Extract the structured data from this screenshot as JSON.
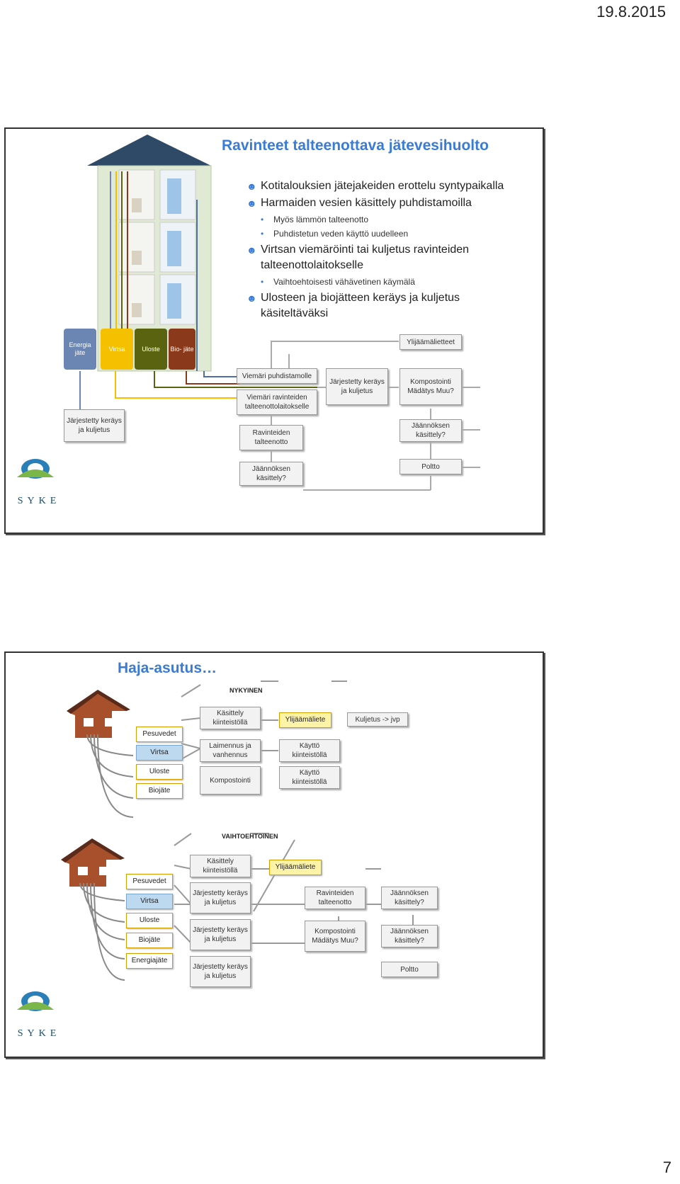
{
  "header": {
    "date": "19.8.2015"
  },
  "page_number": "7",
  "slide1": {
    "title": "Ravinteet talteenottava jätevesihuolto",
    "bullets": [
      {
        "text": "Kotitalouksien jätejakeiden erottelu syntypaikalla",
        "sub": []
      },
      {
        "text": "Harmaiden vesien käsittely puhdistamoilla",
        "sub": [
          "Myös lämmön talteenotto",
          "Puhdistetun veden käyttö uudelleen"
        ]
      },
      {
        "text": "Virtsan viemäröinti tai kuljetus ravinteiden talteenottolaitokselle",
        "sub": [
          "Vaihtoehtoisesti vähävetinen käymälä"
        ]
      },
      {
        "text": "Ulosteen ja biojätteen keräys ja kuljetus käsiteltäväksi",
        "sub": []
      }
    ],
    "tiles": {
      "energia": "Energia jäte",
      "virtsa": "Virtsa",
      "uloste": "Uloste",
      "bio": "Bio- jäte"
    },
    "tile_colors": {
      "energia": "#6c86b4",
      "virtsa": "#f5c000",
      "uloste": "#5a6410",
      "bio": "#8a3a1a"
    },
    "boxes": {
      "jarj_left": "Järjestetty keräys ja kuljetus",
      "viemari_puhd": "Viemäri puhdistamolle",
      "viemari_rav": "Viemäri ravinteiden talteenottolaitokselle",
      "jarj_mid": "Järjestetty keräys ja kuljetus",
      "kompostointi": "Kompostointi Mädätys Muu?",
      "ylijaama": "Ylijäämälietteet",
      "ravinteiden": "Ravinteiden talteenotto",
      "jaannos_right": "Jäännöksen käsittely?",
      "jaannos_mid": "Jäännöksen käsittely?",
      "poltto": "Poltto"
    },
    "logo_text": "SYKE"
  },
  "slide2": {
    "title": "Haja-asutus…",
    "nykyinen_label": "NYKYINEN",
    "vaihtoehtoinen_label": "VAIHTOEHTOINEN",
    "nykyinen": {
      "sources": [
        "Pesuvedet",
        "Virtsa",
        "Uloste",
        "Biojäte"
      ],
      "kasittely": "Käsittely kiinteistöllä",
      "ylijaama": "Ylijäämäliete",
      "kuljetus": "Kuljetus -> jvp",
      "laimennus": "Laimennus ja vanhennus",
      "kaytto1": "Käyttö kiinteistöllä",
      "kompostointi": "Kompostointi",
      "kaytto2": "Käyttö kiinteistöllä"
    },
    "vaihtoehtoinen": {
      "sources": [
        "Pesuvedet",
        "Virtsa",
        "Uloste",
        "Biojäte",
        "Energiajäte"
      ],
      "kasittely": "Käsittely kiinteistöllä",
      "ylijaama": "Ylijäämäliete",
      "jarj1": "Järjestetty keräys ja kuljetus",
      "jarj2": "Järjestetty keräys ja kuljetus",
      "jarj3": "Järjestetty keräys ja kuljetus",
      "ravinteiden": "Ravinteiden talteenotto",
      "kompostointi": "Kompostointi Mädätys Muu?",
      "jaannos1": "Jäännöksen käsittely?",
      "jaannos2": "Jäännöksen käsittely?",
      "poltto": "Poltto"
    },
    "logo_text": "SYKE"
  }
}
